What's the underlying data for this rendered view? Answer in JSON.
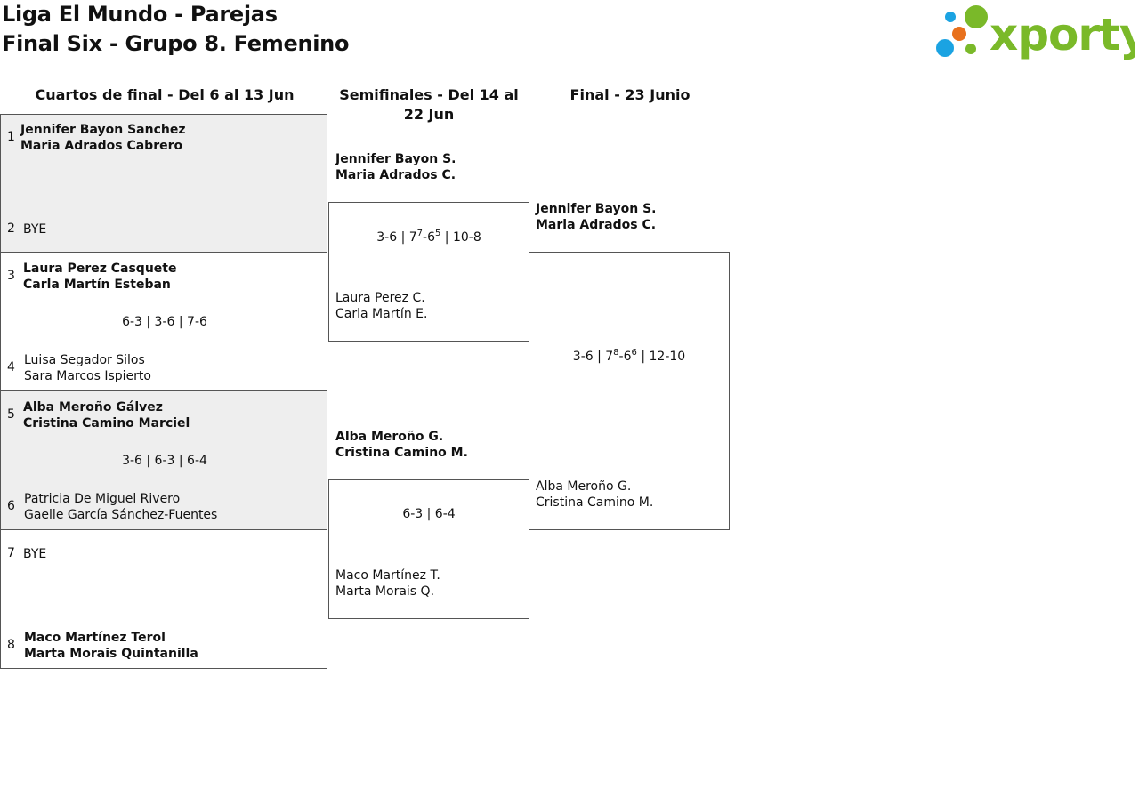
{
  "header": {
    "title_line1": "Liga El Mundo - Parejas",
    "title_line2": "Final Six - Grupo 8. Femenino",
    "logo_text": "xporty",
    "logo_colors": {
      "green": "#7ab929",
      "blue": "#1ba3e2",
      "orange": "#e8711d"
    }
  },
  "rounds": {
    "quarters": "Cuartos de final - Del 6 al 13 Jun",
    "semis": "Semifinales - Del 14 al 22 Jun",
    "final": "Final - 23 Junio"
  },
  "quarterfinals": [
    {
      "top": {
        "seed": "1",
        "players": [
          "Jennifer Bayon Sanchez",
          "Maria Adrados Cabrero"
        ]
      },
      "bottom": {
        "seed": "2",
        "players": [
          "BYE"
        ]
      },
      "score": ""
    },
    {
      "top": {
        "seed": "3",
        "players": [
          "Laura Perez Casquete",
          "Carla Martín Esteban"
        ]
      },
      "bottom": {
        "seed": "4",
        "players": [
          "Luisa Segador Silos",
          "Sara Marcos Ispierto"
        ]
      },
      "score": "6-3 | 3-6 | 7-6"
    },
    {
      "top": {
        "seed": "5",
        "players": [
          "Alba Meroño Gálvez",
          "Cristina Camino Marciel"
        ]
      },
      "bottom": {
        "seed": "6",
        "players": [
          "Patricia De Miguel Rivero",
          "Gaelle García Sánchez-Fuentes"
        ]
      },
      "score": "3-6 | 6-3 | 6-4"
    },
    {
      "top": {
        "seed": "7",
        "players": [
          "BYE"
        ]
      },
      "bottom": {
        "seed": "8",
        "players": [
          "Maco Martínez Terol",
          "Marta Morais Quintanilla"
        ]
      },
      "score": ""
    }
  ],
  "semifinals": [
    {
      "top": [
        "Jennifer Bayon S.",
        "Maria Adrados C."
      ],
      "bottom": [
        "Laura Perez C.",
        "Carla Martín E."
      ],
      "score": {
        "pre": "3-6 | 7",
        "sup1": "7",
        "mid": "-6",
        "sup2": "5",
        "post": " | 10-8"
      }
    },
    {
      "top": [
        "Alba Meroño G.",
        "Cristina Camino M."
      ],
      "bottom": [
        "Maco Martínez T.",
        "Marta Morais Q."
      ],
      "score": {
        "pre": "6-3 | 6-4",
        "sup1": "",
        "mid": "",
        "sup2": "",
        "post": ""
      }
    }
  ],
  "final": {
    "top": [
      "Jennifer Bayon S.",
      "Maria Adrados C."
    ],
    "bottom": [
      "Alba Meroño G.",
      "Cristina Camino M."
    ],
    "score": {
      "pre": "3-6 | 7",
      "sup1": "8",
      "mid": "-6",
      "sup2": "6",
      "post": " | 12-10"
    }
  }
}
